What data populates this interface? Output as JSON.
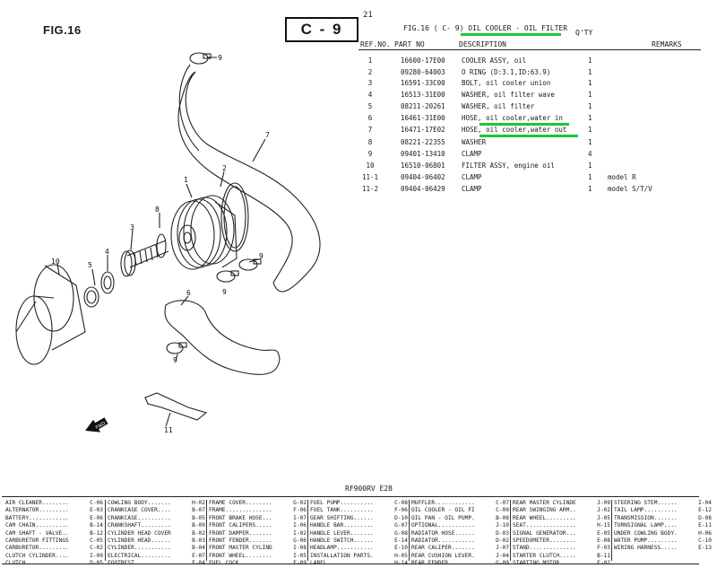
{
  "figure": {
    "label": "FIG.16",
    "page_number": "21",
    "section_code": "C - 9"
  },
  "header": {
    "fig_line_prefix": "FIG.16 (  C- 9)",
    "fig_line_title": "OIL COOLER - OIL FILTER",
    "qty_label": "Q'TY",
    "col_ref": "REF.NO.",
    "col_part": "PART NO",
    "col_desc": "DESCRIPTION",
    "col_remarks": "REMARKS"
  },
  "parts": [
    {
      "ref": "1",
      "part": "16600-17E00",
      "desc": "COOLER ASSY, oil",
      "qty": "1",
      "remarks": ""
    },
    {
      "ref": "2",
      "part": "09280-64003",
      "desc": "O RING (D:3.1,ID:63.9)",
      "qty": "1",
      "remarks": ""
    },
    {
      "ref": "3",
      "part": "16591-33C00",
      "desc": "BOLT, oil cooler union",
      "qty": "1",
      "remarks": ""
    },
    {
      "ref": "4",
      "part": "16513-31E00",
      "desc": "WASHER, oil filter wave",
      "qty": "1",
      "remarks": ""
    },
    {
      "ref": "5",
      "part": "08211-20261",
      "desc": "WASHER, oil filter",
      "qty": "1",
      "remarks": ""
    },
    {
      "ref": "6",
      "part": "16461-31E00",
      "desc": "HOSE, oil cooler,water in",
      "qty": "1",
      "remarks": ""
    },
    {
      "ref": "7",
      "part": "16471-17E02",
      "desc": "HOSE, oil cooler,water out",
      "qty": "1",
      "remarks": ""
    },
    {
      "ref": "8",
      "part": "08221-22355",
      "desc": "WASHER",
      "qty": "1",
      "remarks": ""
    },
    {
      "ref": "9",
      "part": "09401-13410",
      "desc": "CLAMP",
      "qty": "4",
      "remarks": ""
    },
    {
      "ref": "10",
      "part": "16510-06801",
      "desc": "FILTER ASSY, engine oil",
      "qty": "1",
      "remarks": ""
    },
    {
      "ref": "11-1",
      "part": "09404-06402",
      "desc": "CLAMP",
      "qty": "1",
      "remarks": "model R"
    },
    {
      "ref": "11-2",
      "part": "09404-06429",
      "desc": "CLAMP",
      "qty": "1",
      "remarks": "model S/T/V"
    }
  ],
  "diagram_labels": [
    "9",
    "7",
    "2",
    "1",
    "8",
    "3",
    "10",
    "5",
    "4",
    "9",
    "9",
    "6",
    "9",
    "11",
    "FWD"
  ],
  "engine_code": "RF900RV E28",
  "highlight_color": "#17c93a",
  "index": [
    [
      [
        "AIR CLEANER........",
        "C-06"
      ],
      [
        "ALTERNATOR.........",
        "E-03"
      ],
      [
        "BATTERY............",
        "E-06"
      ],
      [
        "CAM CHAIN..........",
        "B-14"
      ],
      [
        "CAM SHAFT - VALVE..",
        "B-12"
      ],
      [
        "CARBURETOR FITTINGS",
        "C-05"
      ],
      [
        "CARBURETOR.........",
        "C-02"
      ],
      [
        "CLUTCH CYLINDER....",
        "I-09"
      ],
      [
        "CLUTCH.............",
        "D-05"
      ]
    ],
    [
      [
        "COWLING BODY.......",
        "H-02"
      ],
      [
        "CRANKCASE COVER....",
        "B-07"
      ],
      [
        "CRANKCASE..........",
        "B-05"
      ],
      [
        "CRANKSHAFT.........",
        "B-09"
      ],
      [
        "CYLINDER HEAD COVER",
        "B-02"
      ],
      [
        "CYLINDER HEAD......",
        "B-03"
      ],
      [
        "CYLINDER...........",
        "B-04"
      ],
      [
        "ELECTRICAL.........",
        "E-07"
      ],
      [
        "FOOTREST...........",
        "F-04"
      ]
    ],
    [
      [
        "FRAME COVER........",
        "G-02"
      ],
      [
        "FRAME..............",
        "F-06"
      ],
      [
        "FRONT BRAKE HOSE...",
        "I-07"
      ],
      [
        "FRONT CALIPERS.....",
        "I-06"
      ],
      [
        "FRONT DAMPER.......",
        "I-02"
      ],
      [
        "FRONT FENDER.......",
        "G-06"
      ],
      [
        "FRONT MASTER CYLIND",
        "I-08"
      ],
      [
        "FRONT WHEEL........",
        "I-05"
      ],
      [
        "FUEL COCK..........",
        "F-09"
      ]
    ],
    [
      [
        "FUEL PUMP..........",
        "C-08"
      ],
      [
        "FUEL TANK..........",
        "F-06"
      ],
      [
        "GEAR SHIFTING......",
        "D-10"
      ],
      [
        "HANDLE BAR.........",
        "G-07"
      ],
      [
        "HANDLE LEVER.......",
        "G-08"
      ],
      [
        "HANDLE SWITCH......",
        "E-14"
      ],
      [
        "HEADLAMP...........",
        "E-10"
      ],
      [
        "INSTALLATION PARTS.",
        "H-05"
      ],
      [
        "LABEL..............",
        "H-14"
      ]
    ],
    [
      [
        "MUFFLER............",
        "C-07"
      ],
      [
        "OIL COOLER - OIL FI",
        "C-09"
      ],
      [
        "OIL PAN - OIL PUMP.",
        "B-08"
      ],
      [
        "OPTIONAL...........",
        "J-10"
      ],
      [
        "RADIATOR HOSE......",
        "D-03"
      ],
      [
        "RADIATOR...........",
        "D-02"
      ],
      [
        "REAR CALIPER.......",
        "J-07"
      ],
      [
        "REAR CUSHION LEVER.",
        "J-04"
      ],
      [
        "REAR FENDER........",
        "G-09"
      ]
    ],
    [
      [
        "REAR MASTER CYLINDE",
        "J-09"
      ],
      [
        "REAR SWINGING ARM..",
        "J-02"
      ],
      [
        "REAR WHEEL.........",
        "J-05"
      ],
      [
        "SEAT...............",
        "H-15"
      ],
      [
        "SIGNAL GENERATOR...",
        "E-05"
      ],
      [
        "SPEEDOMETER........",
        "E-08"
      ],
      [
        "STAND..............",
        "F-03"
      ],
      [
        "STARTER CLUTCH.....",
        "B-11"
      ],
      [
        "STARTING MOTOR.....",
        "E-02"
      ]
    ],
    [
      [
        "STEERING STEM......",
        "I-04"
      ],
      [
        "TAIL LAMP..........",
        "E-12"
      ],
      [
        "TRANSMISSION.......",
        "D-08"
      ],
      [
        "TURNSIGNAL LAMP....",
        "E-11"
      ],
      [
        "UNDER COWLING BODY.",
        "H-06"
      ],
      [
        "WATER PUMP.........",
        "C-10"
      ],
      [
        "WIRING HARNESS.....",
        "E-13"
      ]
    ]
  ]
}
